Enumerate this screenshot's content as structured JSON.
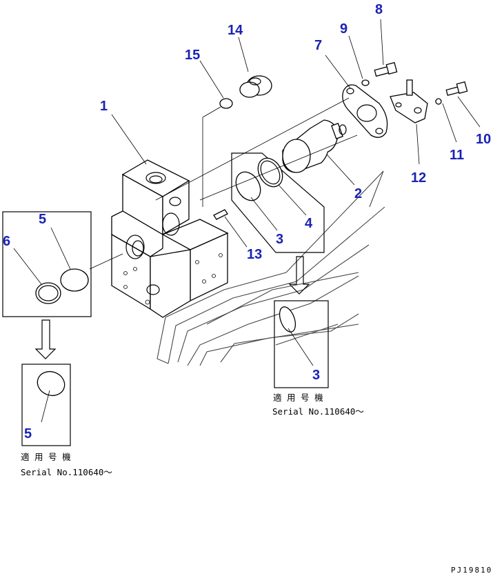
{
  "callouts": {
    "c1": "1",
    "c2": "2",
    "c3a": "3",
    "c3b": "3",
    "c4": "4",
    "c5a": "5",
    "c5b": "5",
    "c6": "6",
    "c7": "7",
    "c8": "8",
    "c9": "9",
    "c10": "10",
    "c11": "11",
    "c12": "12",
    "c13": "13",
    "c14": "14",
    "c15": "15"
  },
  "notes": {
    "left_applicable": "適 用 号 機",
    "left_serial": "Serial No.110640～",
    "right_applicable": "適 用 号 機",
    "right_serial": "Serial No.110640～"
  },
  "document_code": "PJ19810",
  "colors": {
    "callout": "#1a22b4",
    "line": "#000000"
  }
}
